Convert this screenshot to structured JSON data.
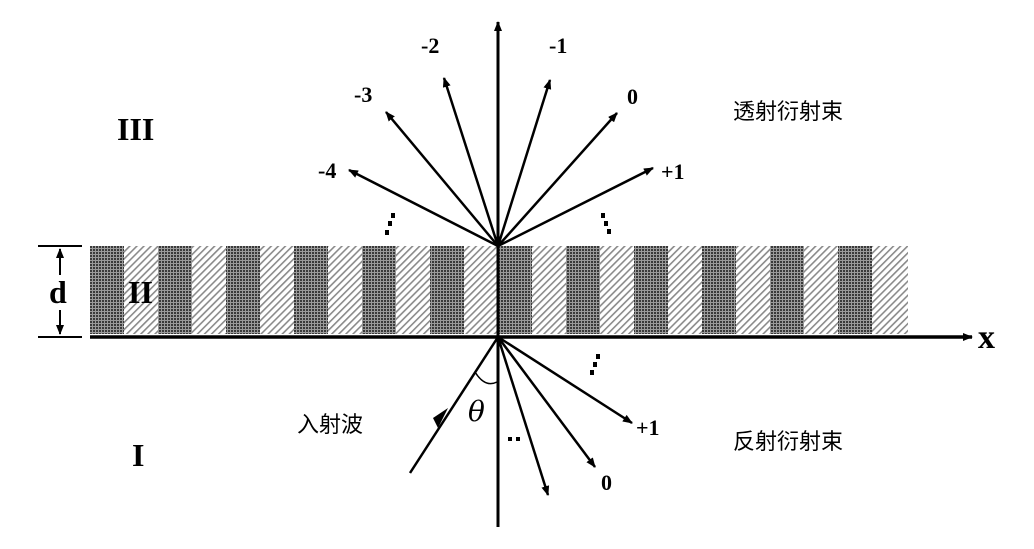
{
  "regions": {
    "top": "III",
    "middle": "II",
    "bottom": "I"
  },
  "thickness_label": "d",
  "axis_label": "x",
  "angle_label": "θ",
  "incident_label": "入射波",
  "transmitted_label": "透射衍射束",
  "reflected_label": "反射衍射束",
  "transmitted_orders": [
    "-4",
    "-3",
    "-2",
    "-1",
    "0",
    "+1"
  ],
  "reflected_orders": [
    "0",
    "+1"
  ],
  "ellipsis": "⋮",
  "colors": {
    "line": "#000000",
    "dark_stripe": "#555555",
    "hatch": "#888888"
  }
}
